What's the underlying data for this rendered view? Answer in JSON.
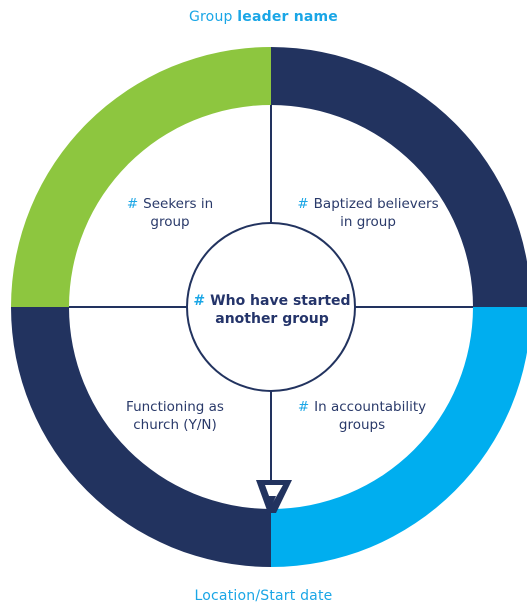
{
  "header": {
    "title_prefix": "Group",
    "title_bold": "leader name"
  },
  "footer": {
    "title": "Location/Start date"
  },
  "quadrants": {
    "top_left": {
      "hash": "#",
      "line1": "Seekers in",
      "line2": "group",
      "ring_color": "#8dc63f"
    },
    "top_right": {
      "hash": "#",
      "line1": "Baptized believers",
      "line2": "in group",
      "ring_color": "#22335f"
    },
    "bottom_right": {
      "hash": "#",
      "line1": "In accountability",
      "line2": "groups",
      "ring_color": "#00aeef"
    },
    "bottom_left": {
      "line1": "Functioning as",
      "line2": "church (Y/N)",
      "ring_color": "#22335f"
    }
  },
  "center": {
    "hash": "#",
    "line1": "Who have started",
    "line2": "another group"
  },
  "colors": {
    "accent": "#1aa6e6",
    "navy": "#22335f",
    "green": "#8dc63f",
    "cyan": "#00aeef"
  },
  "icons": {
    "logo": "v-chevron-logo"
  }
}
